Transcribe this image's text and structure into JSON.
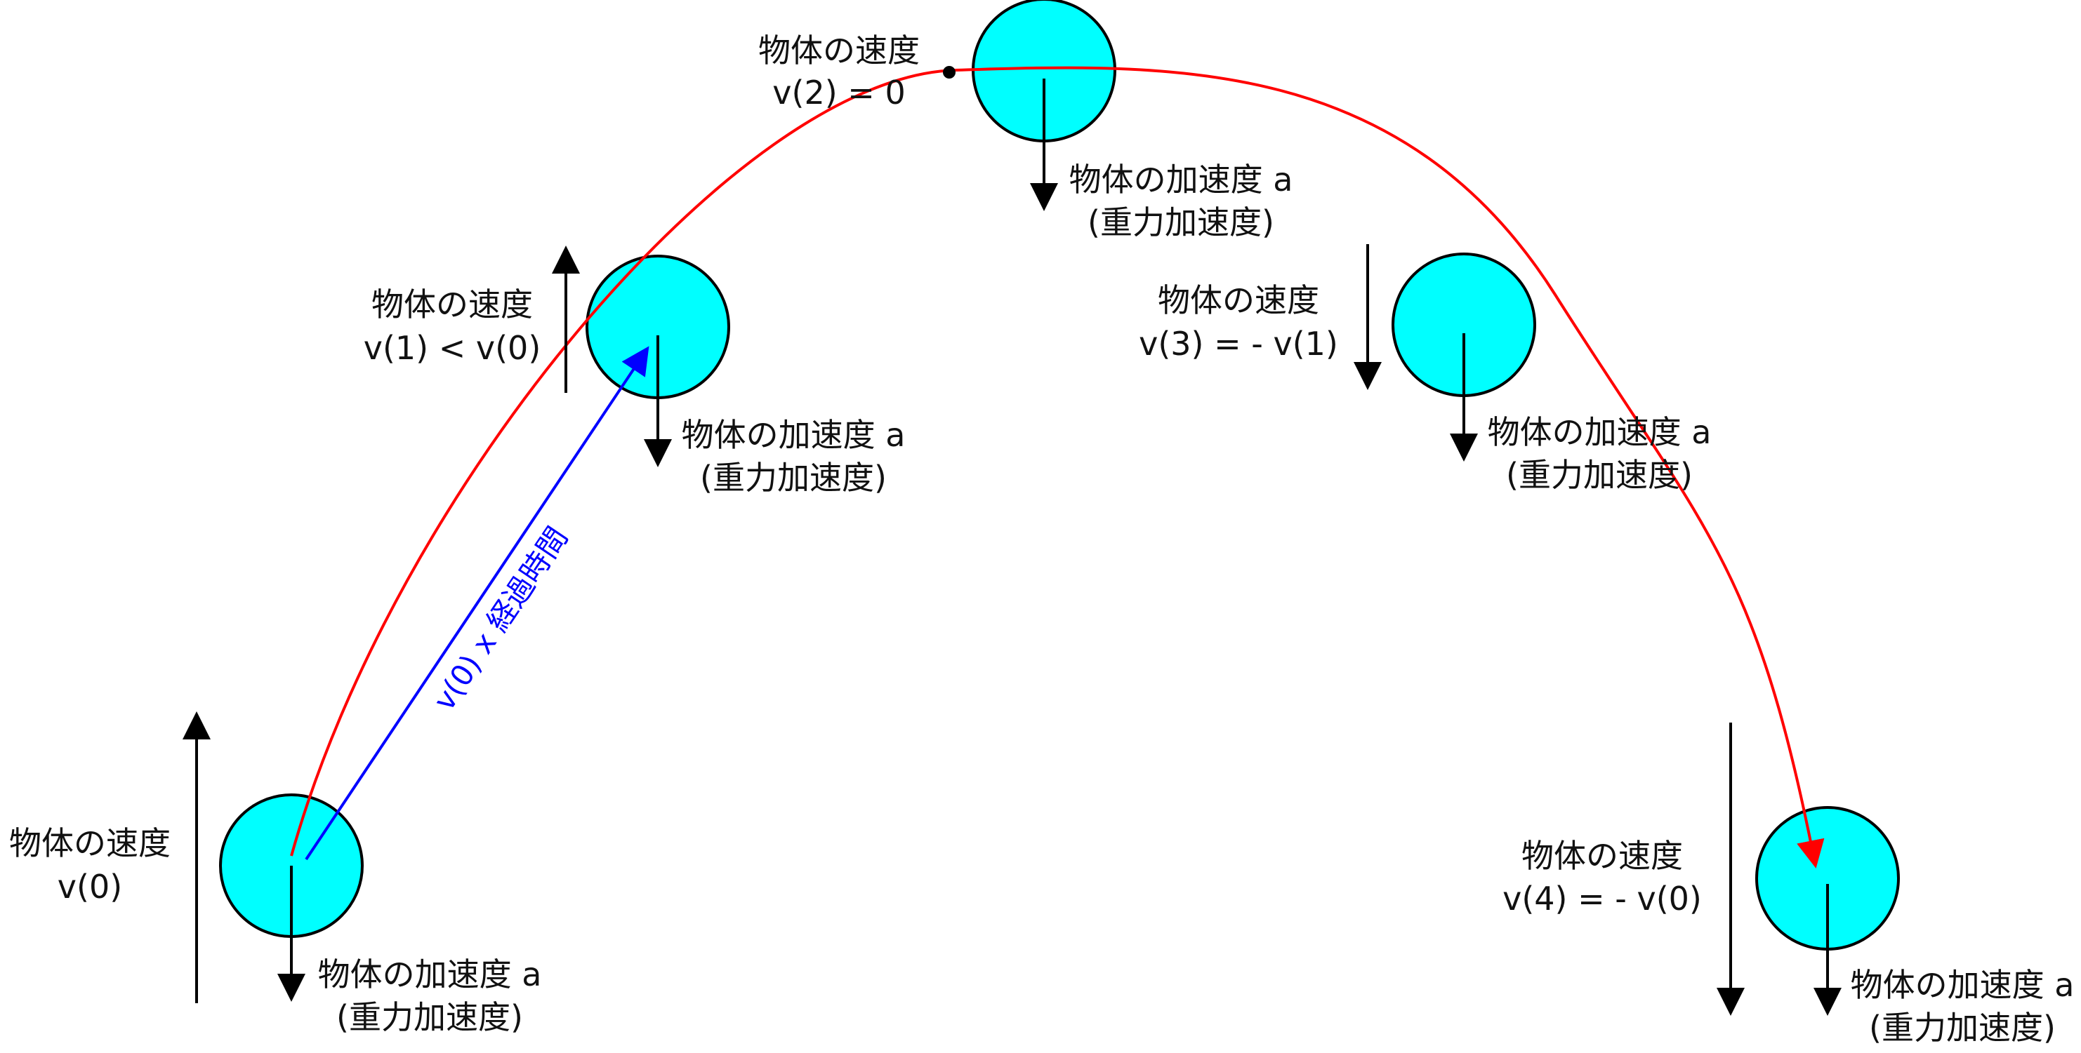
{
  "colors": {
    "ball_fill": "#00FFFF",
    "ball_stroke": "#000000",
    "trajectory": "#FF0000",
    "displacement": "#0000FF",
    "arrow": "#000000"
  },
  "positions": [
    {
      "velocity_label": "物体の速度",
      "velocity_value": "v(0)",
      "accel_label": "物体の加速度 a",
      "accel_note": "(重力加速度)",
      "velocity_direction": "up"
    },
    {
      "velocity_label": "物体の速度",
      "velocity_value": "v(1) < v(0)",
      "accel_label": "物体の加速度 a",
      "accel_note": "(重力加速度)",
      "velocity_direction": "up"
    },
    {
      "velocity_label": "物体の速度",
      "velocity_value": "v(2) = 0",
      "accel_label": "物体の加速度 a",
      "accel_note": "(重力加速度)",
      "velocity_direction": "none"
    },
    {
      "velocity_label": "物体の速度",
      "velocity_value": "v(3) = - v(1)",
      "accel_label": "物体の加速度 a",
      "accel_note": "(重力加速度)",
      "velocity_direction": "down"
    },
    {
      "velocity_label": "物体の速度",
      "velocity_value": "v(4) = - v(0)",
      "accel_label": "物体の加速度 a",
      "accel_note": "(重力加速度)",
      "velocity_direction": "down"
    }
  ],
  "displacement_label": "v(0) x 経過時間"
}
